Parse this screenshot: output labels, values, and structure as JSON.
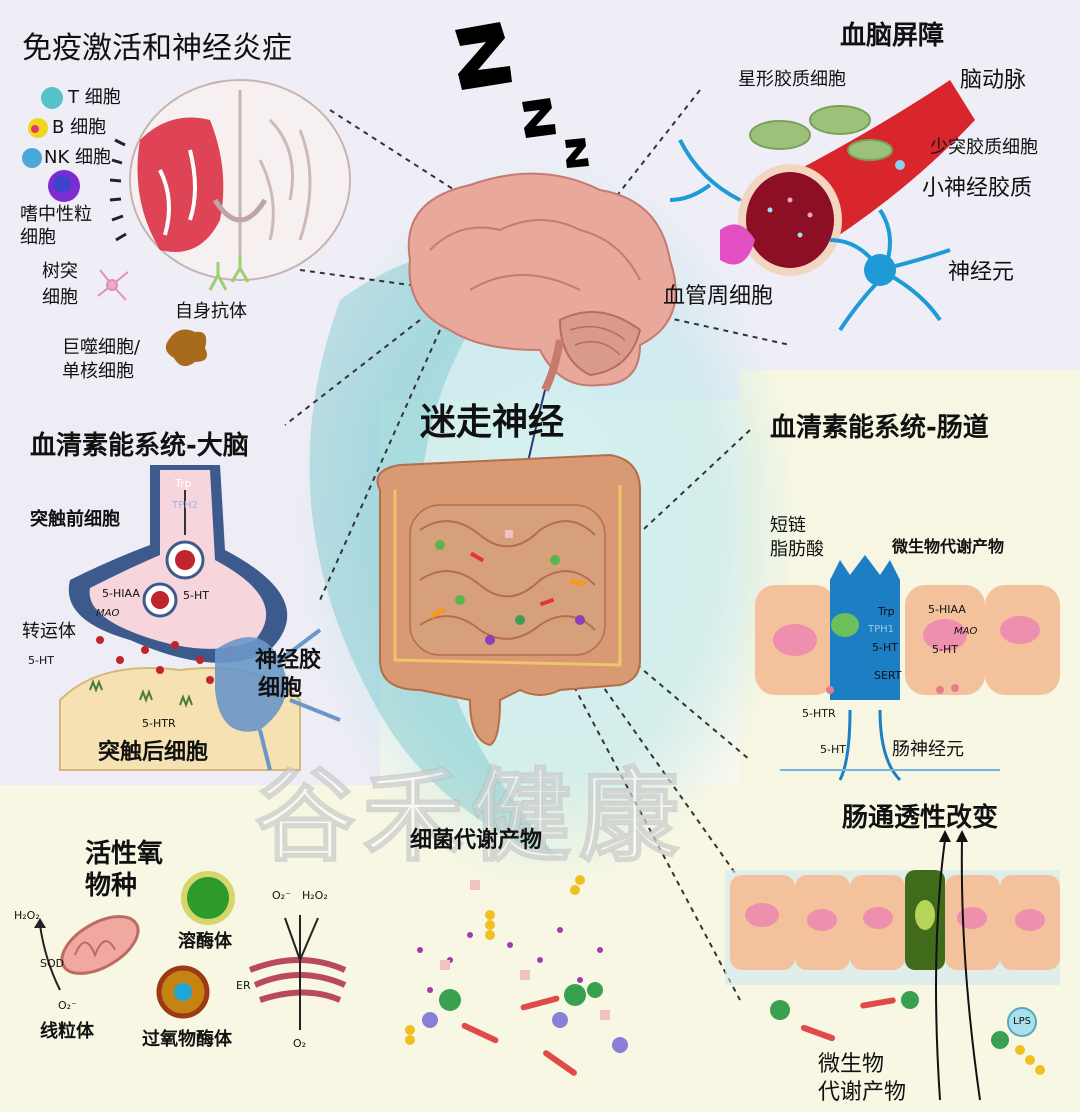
{
  "title_immune": "免疫激活和神经炎症",
  "cells": {
    "t_cell": "T 细胞",
    "b_cell": "B 细胞",
    "nk_cell": "NK 细胞",
    "neutrophil_line1": "嗜中性粒",
    "neutrophil_line2": "细胞",
    "dendritic_line1": "树突",
    "dendritic_line2": "细胞",
    "autoantibody": "自身抗体",
    "macrophage_line1": "巨噬细胞/",
    "macrophage_line2": "单核细胞"
  },
  "bbb": {
    "title": "血脑屏障",
    "astrocyte": "星形胶质细胞",
    "cerebral_artery": "脑动脉",
    "oligodendrocyte": "少突胶质细胞",
    "microglia": "小神经胶质",
    "neuron": "神经元",
    "pericyte": "血管周细胞"
  },
  "vagus": "迷走神经",
  "serotonin_brain": {
    "title": "血清素能系统-大脑",
    "presynaptic": "突触前细胞",
    "transporter": "转运体",
    "glia_line1": "神经胶",
    "glia_line2": "细胞",
    "postsynaptic": "突触后细胞",
    "trp": "Trp",
    "tph2": "TPH2",
    "hiaa": "5-HIAA",
    "mao": "MAO",
    "ht_vesicle": "5-HT",
    "ht_left": "5-HT",
    "htr": "5-HTR"
  },
  "serotonin_gut": {
    "title": "血清素能系统-肠道",
    "scfa_line1": "短链",
    "scfa_line2": "脂肪酸",
    "microbial_metabolites": "微生物代谢产物",
    "trp": "Trp",
    "tph1": "TPH1",
    "ht": "5-HT",
    "sert": "SERT",
    "hiaa": "5-HIAA",
    "mao": "MAO",
    "ht_right": "5-HT",
    "htr": "5-HTR",
    "ht_bottom": "5-HT",
    "enteric_neuron": "肠神经元"
  },
  "ros": {
    "title_line1": "活性氧",
    "title_line2": "物种",
    "h2o2": "H₂O₂",
    "sod": "SOD",
    "o2_minus": "O₂⁻",
    "mitochondria": "线粒体",
    "lysosome": "溶酶体",
    "peroxisome": "过氧物酶体",
    "er": "ER",
    "er_o2": "O₂⁻",
    "er_h2o2": "H₂O₂",
    "er_o2_bottom": "O₂"
  },
  "bacterial_metabolites": "细菌代谢产物",
  "gut_permeability": {
    "title": "肠通透性改变",
    "microbe_line1": "微生物",
    "microbe_line2": "代谢产物",
    "lps": "LPS"
  },
  "watermark": "谷禾健康",
  "colors": {
    "brain_pink": "#e8a89c",
    "gut_tan": "#d89a72",
    "artery_red": "#d8262c",
    "neuron_blue": "#1e9bd7",
    "astrocyte_green": "#9cc27a",
    "presynaptic_blue": "#3c5a8c",
    "vesicle_red": "#c0242c",
    "gut_cell": "#f3c29c",
    "nucleus_pink": "#ee8fae",
    "enterochromaffin": "#1c7fc4",
    "goblet_green": "#3f6b1a"
  }
}
